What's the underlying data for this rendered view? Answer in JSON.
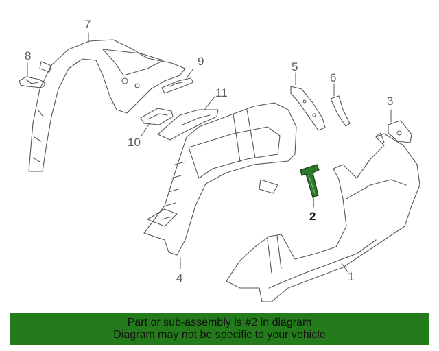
{
  "callouts": [
    {
      "id": "1",
      "label": "1"
    },
    {
      "id": "2",
      "label": "2",
      "highlight": true
    },
    {
      "id": "3",
      "label": "3"
    },
    {
      "id": "4",
      "label": "4"
    },
    {
      "id": "5",
      "label": "5"
    },
    {
      "id": "6",
      "label": "6"
    },
    {
      "id": "7",
      "label": "7"
    },
    {
      "id": "8",
      "label": "8"
    },
    {
      "id": "9",
      "label": "9"
    },
    {
      "id": "10",
      "label": "10"
    },
    {
      "id": "11",
      "label": "11"
    }
  ],
  "banner": {
    "line1": "Part or sub-assembly is #2 in diagram",
    "line2": "Diagram may not be specific to your vehicle"
  },
  "colors": {
    "banner": "#237b1b",
    "highlight_part": "#2f7a2a",
    "line": "#555555"
  }
}
